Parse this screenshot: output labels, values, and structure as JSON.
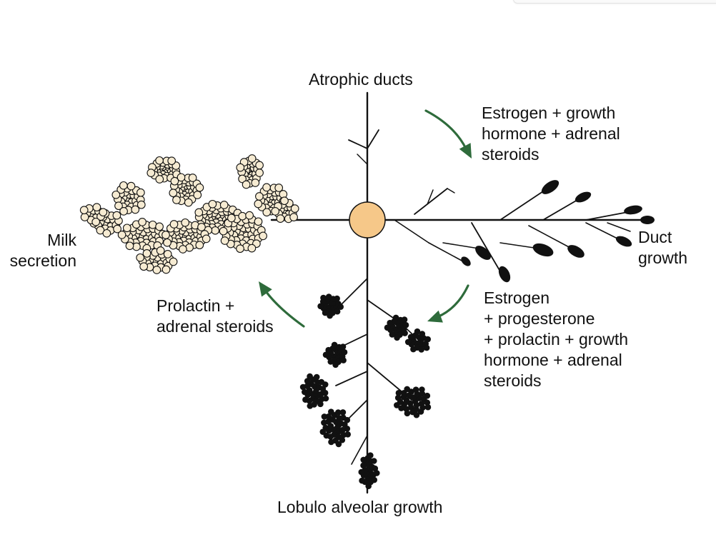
{
  "labels": {
    "top": "Atrophic ducts",
    "top_right": [
      "Estrogen + growth",
      "hormone + adrenal",
      "steroids"
    ],
    "right": [
      "Duct",
      "growth"
    ],
    "bottom_right": [
      "Estrogen",
      "+ progesterone",
      "+ prolactin + growth",
      "hormone + adrenal",
      "steroids"
    ],
    "bottom": "Lobulo alveolar growth",
    "bottom_left": [
      "Prolactin +",
      "adrenal steroids"
    ],
    "left": [
      "Milk",
      "secretion"
    ]
  },
  "colors": {
    "line": "#111111",
    "center": "#f6c889",
    "arrow": "#2e6b3b",
    "alveolus_fill": "#f6ebd2"
  }
}
